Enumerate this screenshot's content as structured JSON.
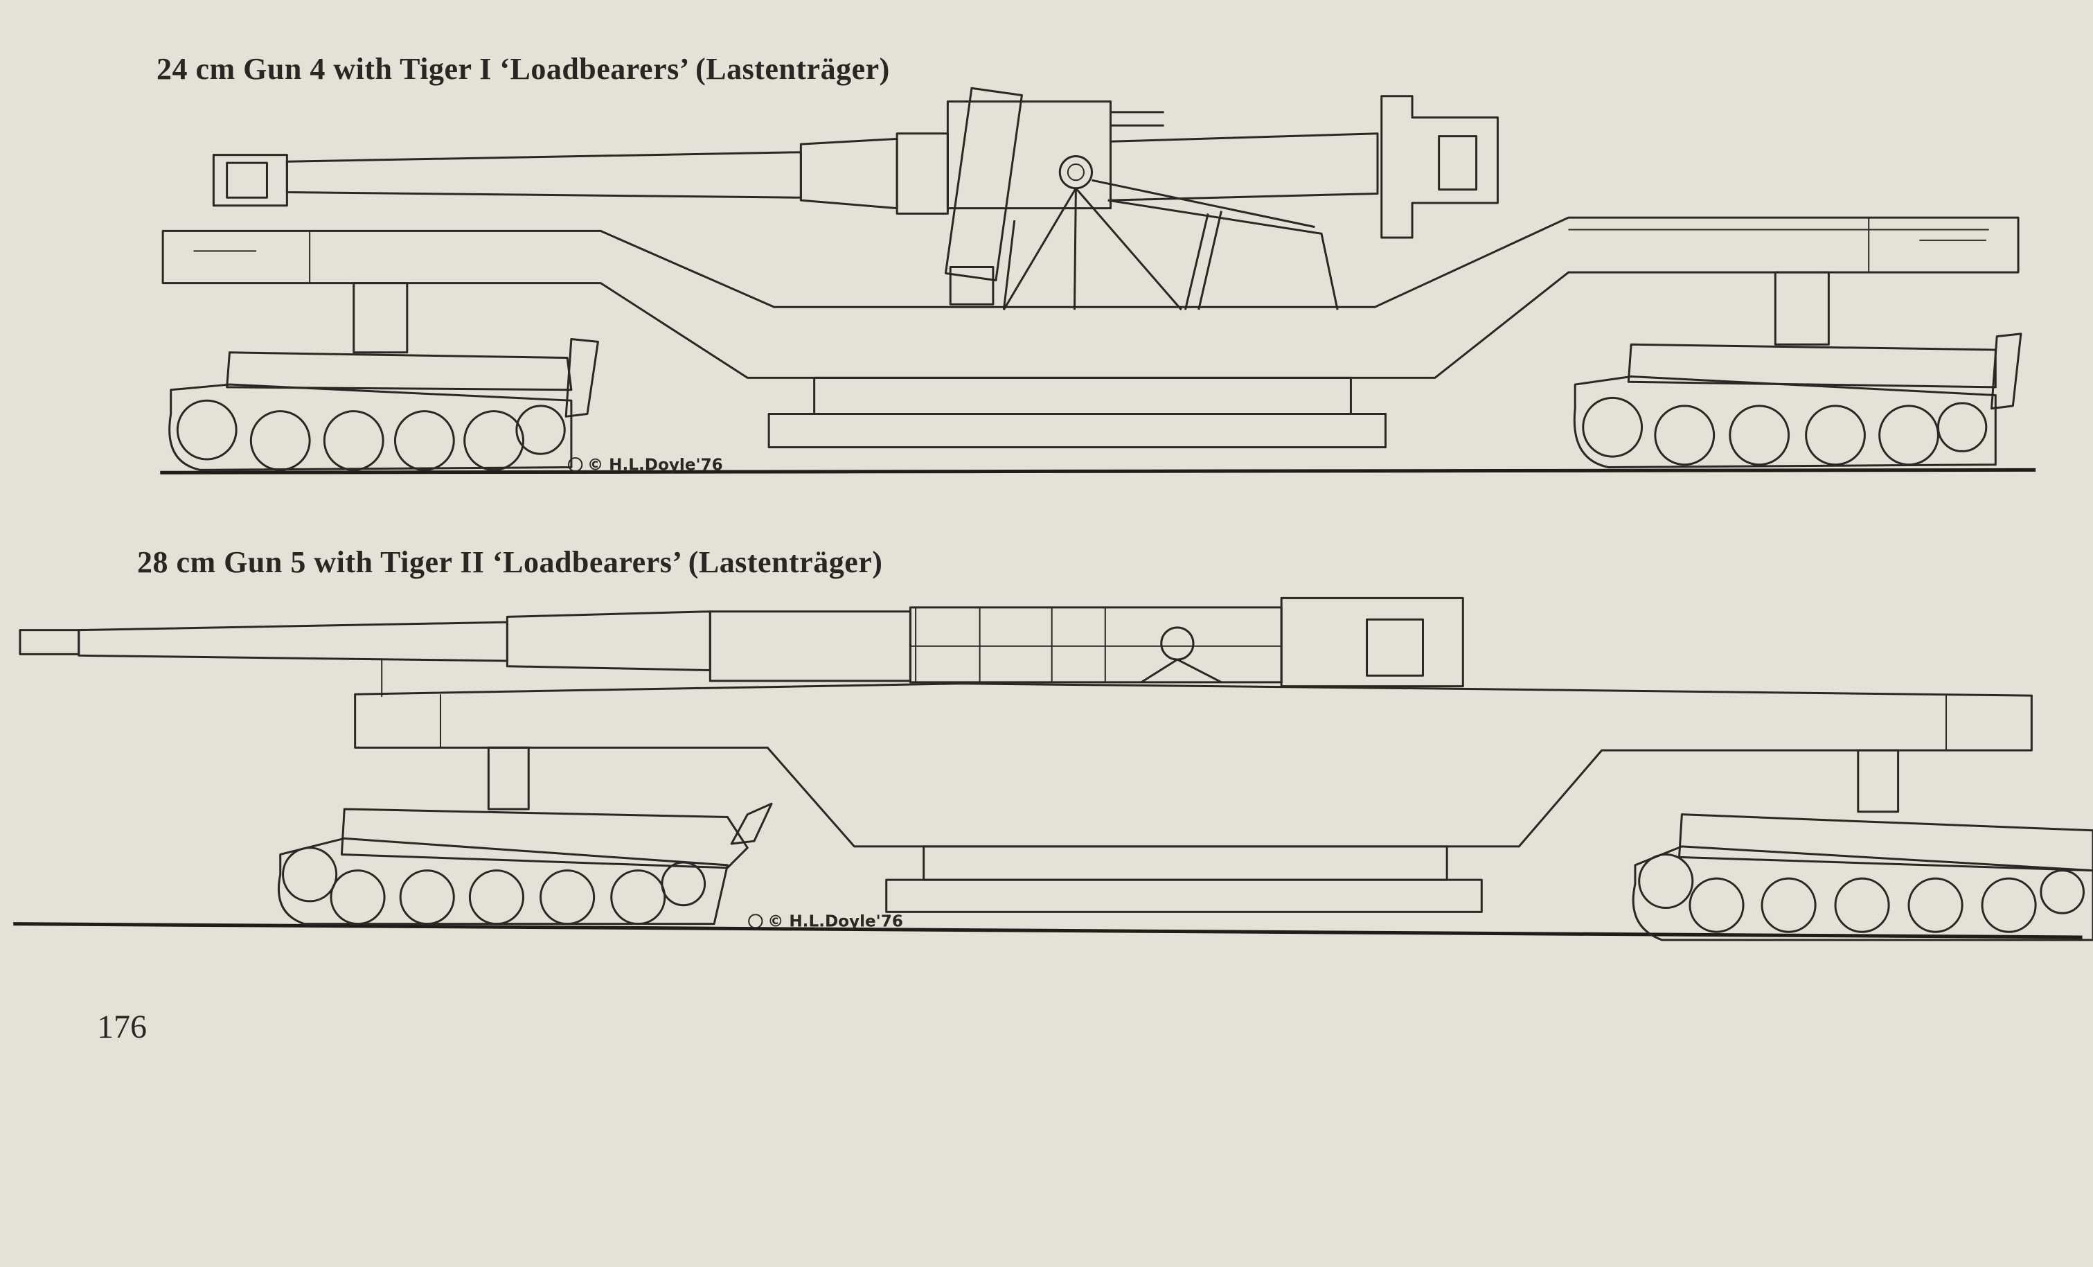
{
  "figures": [
    {
      "caption": "24 cm Gun 4 with Tiger I ‘Loadbearers’ (Lastenträger)",
      "credit": "© H.L.Doyle'76"
    },
    {
      "caption": "28 cm Gun 5 with Tiger II ‘Loadbearers’ (Lastenträger)",
      "credit": "© H.L.Doyle'76"
    }
  ],
  "page_number": "176"
}
